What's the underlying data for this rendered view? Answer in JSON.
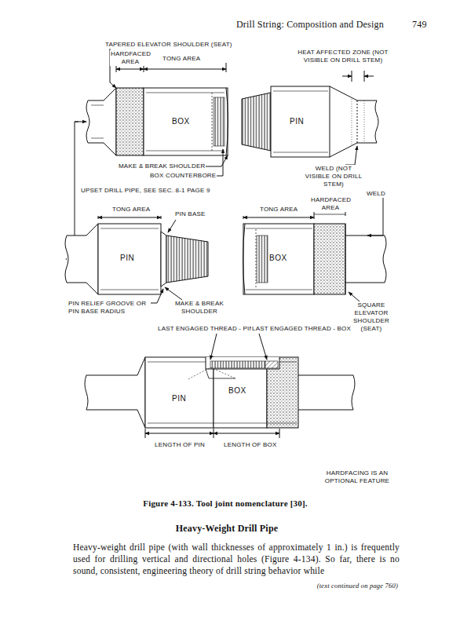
{
  "diagram": {
    "caption": "Figure 4-133. Tool joint nomenclature [30].",
    "labels": [
      "Drill String: Composition and Design",
      "749",
      "TAPERED ELEVATOR SHOULDER (SEAT)",
      "HARDFACED AREA",
      "TONG AREA",
      "BOX",
      "MAKE & BREAK SHOULDER",
      "BOX COUNTERBORE",
      "HEAT AFFECTED ZONE (NOT VISIBLE ON DRILL STEM)",
      "PIN",
      "WELD (NOT VISIBLE ON DRILL STEM)",
      "WELD",
      "UPSET DRILL PIPE, SEE SEC. 8-1 PAGE 9",
      "TONG AREA",
      "PIN BASE",
      "TONG AREA",
      "HARDFACED AREA",
      "PIN",
      "BOX",
      "PIN RELIEF GROOVE OR PIN BASE RADIUS",
      "MAKE & BREAK SHOULDER",
      "SQUARE ELEVATOR SHOULDER (SEAT)",
      "LAST ENGAGED THREAD - PIN",
      "LAST ENGAGED THREAD - BOX",
      "PIN",
      "BOX",
      "LENGTH OF PIN",
      "LENGTH OF BOX",
      "HARDFACING IS AN OPTIONAL FEATURE",
      "Heavy-Weight Drill Pipe",
      "Heavy-weight drill pipe (with wall thicknesses of approximately 1 in.) is frequently used for drilling vertical and directional holes (Figure 4-134). So far, there is no sound, consistent, engineering theory of drill string behavior while",
      "(text continued on page 760)"
    ]
  }
}
